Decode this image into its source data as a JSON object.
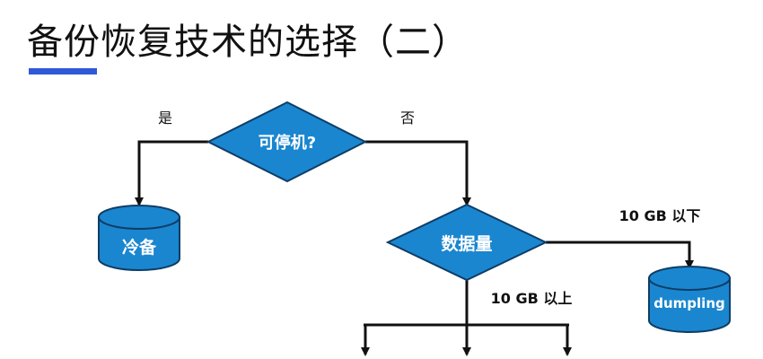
{
  "slide": {
    "title": "备份恢复技术的选择（二）",
    "accent_color": "#2f59d6"
  },
  "flowchart": {
    "shape_fill": "#1a86d0",
    "shape_stroke": "#0e3d66",
    "line_color": "#111111",
    "nodes": {
      "can_stop": {
        "label": "可停机?",
        "shape": "diamond"
      },
      "data_size": {
        "label": "数据量",
        "shape": "diamond"
      },
      "cold_backup": {
        "label": "冷备",
        "shape": "cylinder"
      },
      "dumpling": {
        "label": "dumpling",
        "shape": "cylinder"
      }
    },
    "edges": {
      "yes": "是",
      "no": "否",
      "under_10gb": "10 GB 以下",
      "over_10gb": "10 GB 以上"
    }
  }
}
